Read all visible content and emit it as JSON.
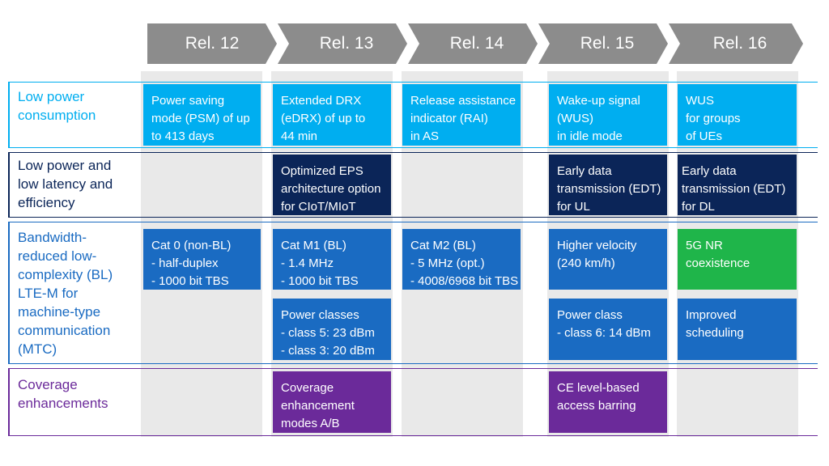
{
  "releases": [
    "Rel. 12",
    "Rel. 13",
    "Rel. 14",
    "Rel. 15",
    "Rel. 16"
  ],
  "rows": {
    "low_power": {
      "label": [
        "Low power",
        "consumption"
      ],
      "color": "#00aef0",
      "cells": {
        "rel12": [
          "Power saving",
          "mode (PSM) of up",
          "to 413 days"
        ],
        "rel13": [
          "Extended DRX",
          "(eDRX) of up to",
          "44 min"
        ],
        "rel14": [
          "Release assistance",
          "indicator (RAI)",
          "in AS"
        ],
        "rel15": [
          "Wake-up signal",
          "(WUS)",
          "in idle mode"
        ],
        "rel16": [
          "WUS",
          "for groups",
          "of UEs"
        ]
      }
    },
    "latency": {
      "label": [
        "Low power and",
        "low latency and",
        "efficiency"
      ],
      "color": "#0b2558",
      "cells": {
        "rel13": [
          "Optimized EPS",
          "architecture option",
          "for CIoT/MIoT"
        ],
        "rel15": [
          "Early data",
          "transmission (EDT)",
          "for UL"
        ],
        "rel16": [
          "Early data",
          "transmission (EDT)",
          "for DL"
        ]
      }
    },
    "ltem": {
      "label": [
        "Bandwidth-",
        "reduced low-",
        "complexity (BL)",
        "LTE-M for",
        "machine-type",
        "communication",
        "(MTC)"
      ],
      "color": "#1a6bc2",
      "cells": {
        "rel12": [
          "Cat 0 (non-BL)",
          "- half-duplex",
          "- 1000 bit TBS"
        ],
        "rel13_a": [
          "Cat M1 (BL)",
          "- 1.4 MHz",
          "- 1000 bit TBS"
        ],
        "rel13_b": [
          "Power classes",
          "- class 5: 23 dBm",
          "- class 3: 20 dBm"
        ],
        "rel14": [
          "Cat M2 (BL)",
          "- 5 MHz (opt.)",
          "- 4008/6968 bit TBS"
        ],
        "rel15_a": [
          "Higher velocity",
          "(240 km/h)"
        ],
        "rel15_b": [
          "Power class",
          "- class 6: 14 dBm"
        ],
        "rel16_a": [
          "5G NR",
          "coexistence"
        ],
        "rel16_b": [
          "Improved",
          "scheduling"
        ]
      }
    },
    "coverage": {
      "label": [
        "Coverage",
        "enhancements"
      ],
      "color": "#6b2a9a",
      "cells": {
        "rel13": [
          "Coverage",
          "enhancement",
          "modes A/B"
        ],
        "rel15": [
          "CE level-based",
          "access barring"
        ]
      }
    }
  }
}
